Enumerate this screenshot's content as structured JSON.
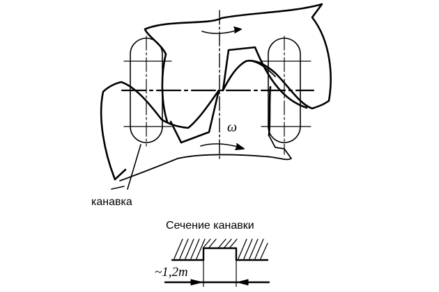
{
  "diagram": {
    "type": "gear mesh with lubrication grooves",
    "labels": {
      "groove": "канавка",
      "section_title": "Сечение канавки",
      "width": "~1,2m",
      "omega": "ω"
    },
    "colors": {
      "line": "#000000",
      "background": "#ffffff"
    }
  }
}
